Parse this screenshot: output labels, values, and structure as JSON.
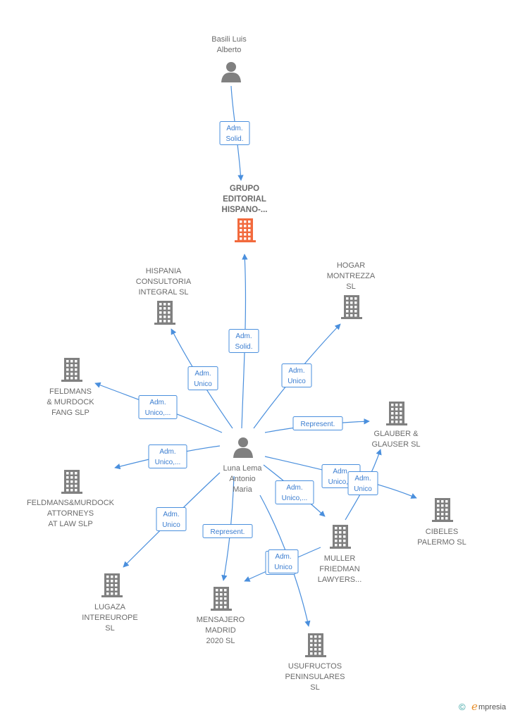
{
  "colors": {
    "edge": "#4a8fdd",
    "node_icon": "#808080",
    "main_icon": "#f26a3d",
    "label": "#6b6b6b"
  },
  "nodes": {
    "basili": {
      "lines": [
        "Basili Luis",
        "Alberto"
      ],
      "icon": "person-icon"
    },
    "grupo": {
      "lines": [
        "GRUPO",
        "EDITORIAL",
        "HISPANO-..."
      ],
      "icon": "building-icon"
    },
    "hispania": {
      "lines": [
        "HISPANIA",
        "CONSULTORIA",
        "INTEGRAL  SL"
      ],
      "icon": "building-icon"
    },
    "hogar": {
      "lines": [
        "HOGAR",
        "MONTREZZA",
        "SL"
      ],
      "icon": "building-icon"
    },
    "feldmans_fang": {
      "lines": [
        "FELDMANS",
        "& MURDOCK",
        "FANG  SLP"
      ],
      "icon": "building-icon"
    },
    "glauber": {
      "lines": [
        "GLAUBER  &",
        "GLAUSER  SL"
      ],
      "icon": "building-icon"
    },
    "luna": {
      "lines": [
        "Luna Lema",
        "Antonio",
        "Maria"
      ],
      "icon": "person-icon"
    },
    "feldmans_att": {
      "lines": [
        "FELDMANS&MURDOCK",
        "ATTORNEYS",
        "AT LAW  SLP"
      ],
      "icon": "building-icon"
    },
    "cibeles": {
      "lines": [
        "CIBELES",
        "PALERMO SL"
      ],
      "icon": "building-icon"
    },
    "muller": {
      "lines": [
        "MULLER",
        "FRIEDMAN",
        "LAWYERS..."
      ],
      "icon": "building-icon"
    },
    "lugaza": {
      "lines": [
        "LUGAZA",
        "INTEREUROPE",
        "SL"
      ],
      "icon": "building-icon"
    },
    "mensajero": {
      "lines": [
        "MENSAJERO",
        "MADRID",
        "2020  SL"
      ],
      "icon": "building-icon"
    },
    "usufructos": {
      "lines": [
        "USUFRUCTOS",
        "PENINSULARES",
        "SL"
      ],
      "icon": "building-icon"
    }
  },
  "edges": [
    {
      "id": "basili-grupo",
      "lines": [
        "Adm.",
        "Solid."
      ]
    },
    {
      "id": "luna-grupo",
      "lines": [
        "Adm.",
        "Solid."
      ]
    },
    {
      "id": "luna-hispania",
      "lines": [
        "Adm.",
        "Unico"
      ]
    },
    {
      "id": "luna-hogar",
      "lines": [
        "Adm.",
        "Unico"
      ]
    },
    {
      "id": "luna-feldmans-fang",
      "lines": [
        "Adm.",
        "Unico,..."
      ]
    },
    {
      "id": "luna-glauber",
      "lines": [
        "Represent."
      ]
    },
    {
      "id": "luna-feldmans-att",
      "lines": [
        "Adm.",
        "Unico,..."
      ]
    },
    {
      "id": "luna-cibeles",
      "lines": [
        "Adm.",
        "Unico,..."
      ]
    },
    {
      "id": "luna-muller",
      "lines": [
        "Adm.",
        "Unico,..."
      ]
    },
    {
      "id": "muller-glauber",
      "lines": [
        "Adm.",
        "Unico"
      ]
    },
    {
      "id": "luna-lugaza",
      "lines": [
        "Adm.",
        "Unico"
      ]
    },
    {
      "id": "luna-mensajero",
      "lines": [
        "Represent."
      ]
    },
    {
      "id": "muller-mensajero",
      "lines": [
        "Adm.",
        "Unico"
      ]
    },
    {
      "id": "luna-usufructos",
      "lines": [
        "Adm.",
        "Unico"
      ]
    }
  ],
  "footer": {
    "copyright": "©",
    "brand_initial": "e",
    "brand_rest": "mpresia"
  }
}
